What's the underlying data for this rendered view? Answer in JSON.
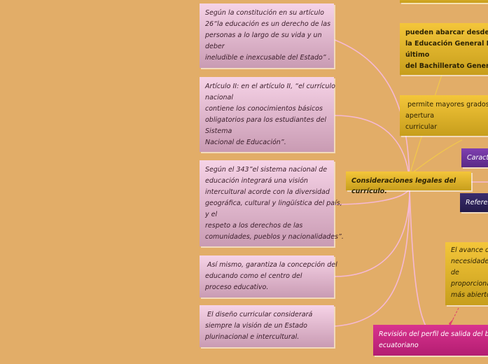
{
  "central": {
    "label": "Consideraciones legales del currículo."
  },
  "left_nodes": [
    {
      "lines": [
        "Según la constitución en su artículo",
        "26“la educación es un derecho de las",
        "personas a lo largo de su vida y un",
        "deber",
        "ineludible e inexcusable del Estado” ."
      ]
    },
    {
      "lines": [
        "Artículo II: en el artículo II, “el currículo",
        "nacional",
        "contiene los conocimientos básicos",
        "obligatorios para los estudiantes del",
        "Sistema",
        "Nacional de Educación”."
      ]
    },
    {
      "lines": [
        "Según el 343”el sistema nacional de",
        "educación integrará una visión",
        "intercultural acorde con la diversidad",
        "geográfica, cultural y lingüística del país,",
        "y el",
        "respeto a los derechos de las",
        "comunidades, pueblos y nacionalidades”."
      ]
    },
    {
      "lines": [
        " Así mismo, garantiza la concepción del",
        "educando como el centro del",
        "proceso educativo."
      ]
    },
    {
      "lines": [
        " El diseño curricular considerará",
        "siempre la visión de un Estado",
        "plurinacional e intercultural."
      ]
    }
  ],
  "right_nodes": {
    "yellow_bold": {
      "lines": [
        "pueden abarcar desde el pr",
        "la Educación General Básic",
        "último",
        "del Bachillerato General Un"
      ]
    },
    "yellow_plain": {
      "lines": [
        " permite mayores grados de",
        "apertura",
        "curricular"
      ]
    },
    "purple": {
      "label": "Caracte"
    },
    "dark": {
      "label": "Referen"
    },
    "yellow_avance": {
      "lines": [
        "El avance de",
        "necesidades",
        "de",
        "proporcionar",
        "más abierto"
      ]
    },
    "magenta": {
      "lines": [
        "Revisión del perfil de salida del bachi",
        "ecuatoriano"
      ]
    }
  },
  "colors": {
    "background": "#e2ad68",
    "connector": "#f5b9d4",
    "pink_node": "#e7b7cf",
    "yellow_node": "#e2b22a",
    "purple_node": "#6d33a0",
    "dark_node": "#2f2460",
    "magenta_node": "#c9287f"
  }
}
